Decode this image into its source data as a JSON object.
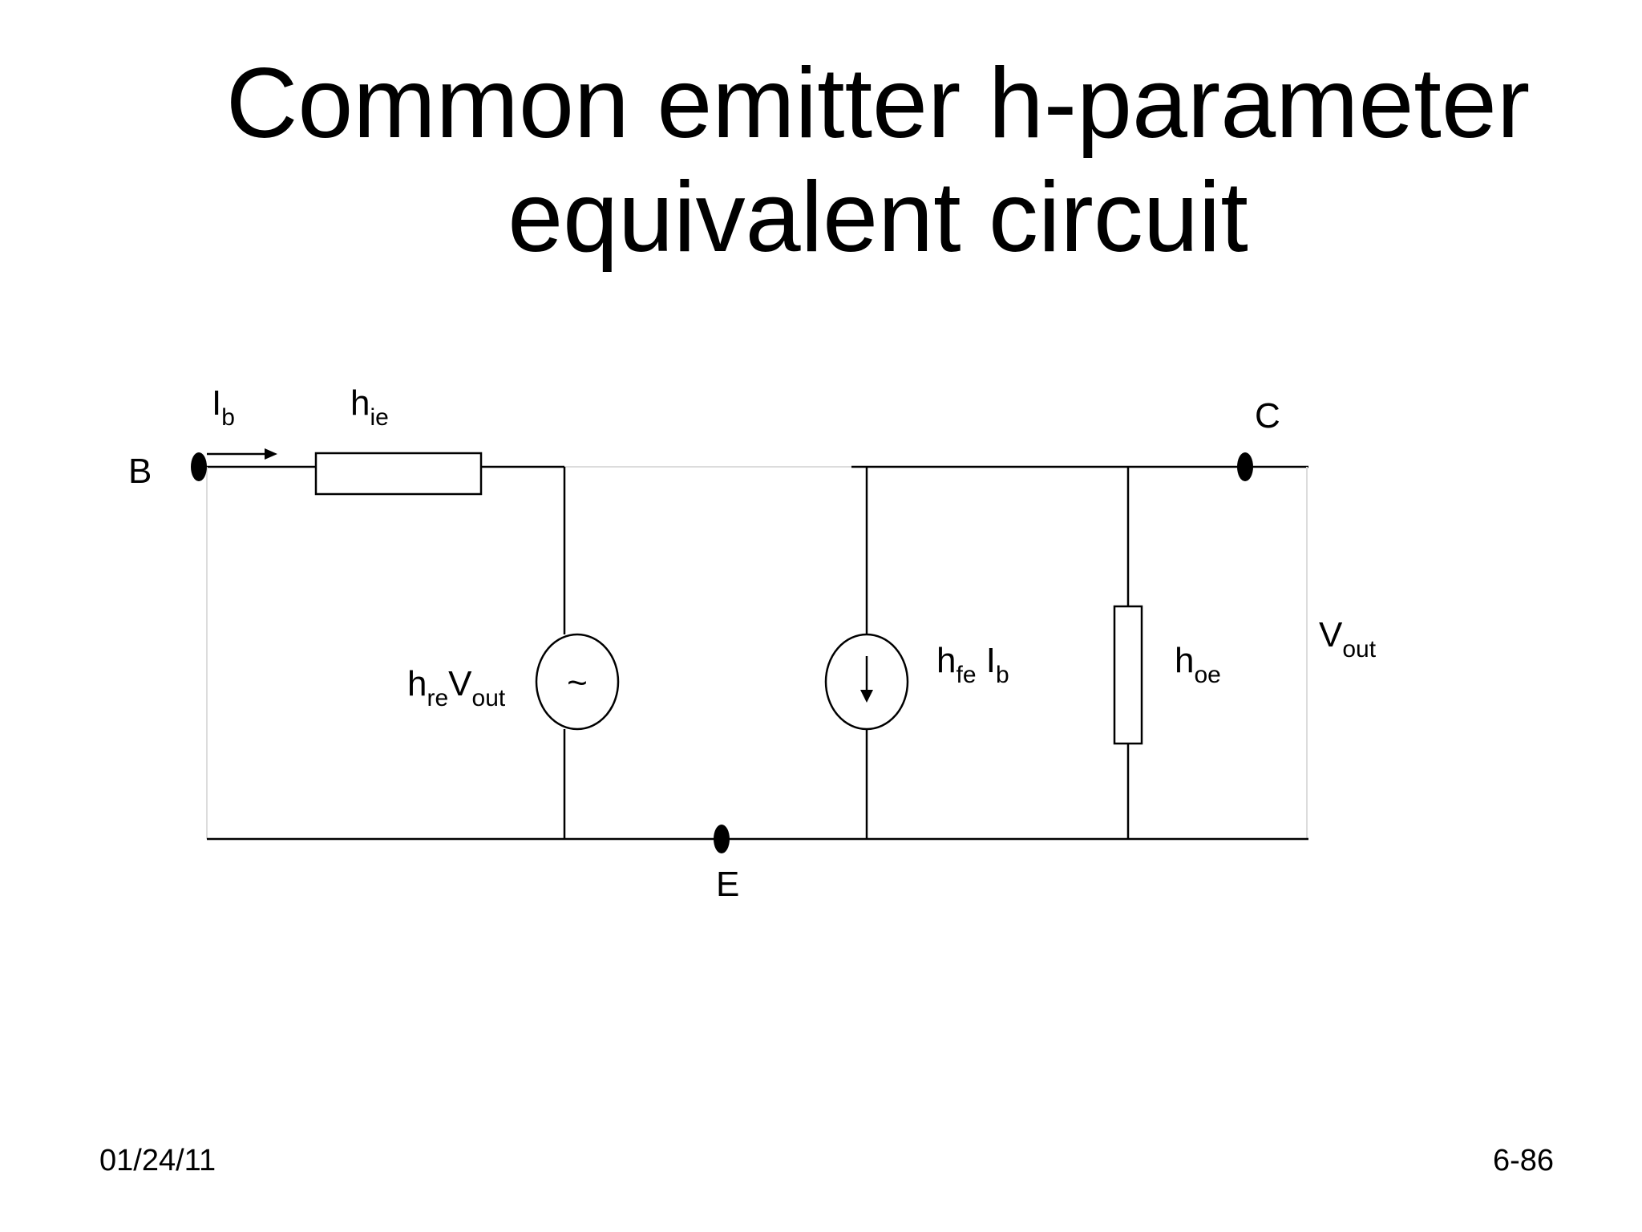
{
  "slide": {
    "title_line1": "Common emitter h-parameter",
    "title_line2": "equivalent circuit",
    "date": "01/24/11",
    "slide_number": "6-86"
  },
  "circuit": {
    "terminals": {
      "base": "B",
      "collector": "C",
      "emitter": "E"
    },
    "input_current": {
      "main": "I",
      "sub": "b"
    },
    "input_resistance": {
      "main": "h",
      "sub": "ie"
    },
    "reverse_source": {
      "main": "h",
      "sub": "re",
      "main2": "V",
      "sub2": "out",
      "symbol": "~"
    },
    "current_source": {
      "main": "h",
      "sub": "fe",
      "main2": " I",
      "sub2": "b"
    },
    "output_admittance": {
      "main": "h",
      "sub": "oe"
    },
    "output_voltage": {
      "main": "V",
      "sub": "out"
    }
  }
}
